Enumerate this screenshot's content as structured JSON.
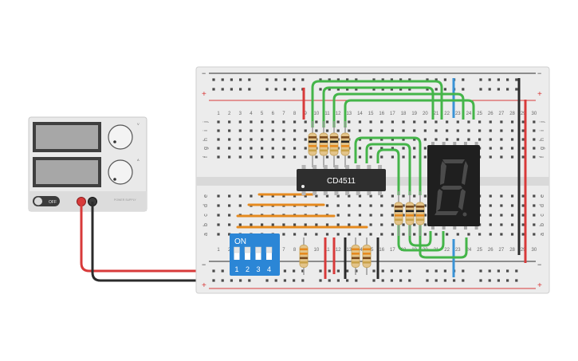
{
  "power_supply": {
    "off_label": "OFF",
    "knob1_label": "V",
    "knob2_label": "A",
    "brand_label": "POWER SUPPLY"
  },
  "breadboard": {
    "columns_top": [
      "1",
      "2",
      "3",
      "4",
      "5",
      "6",
      "7",
      "8",
      "9",
      "10",
      "11",
      "12",
      "13",
      "14",
      "15",
      "16",
      "17",
      "18",
      "19",
      "20",
      "21",
      "22",
      "23",
      "24",
      "25",
      "26",
      "27",
      "28",
      "29",
      "30"
    ],
    "row_letters_top": [
      "j",
      "i",
      "h",
      "g",
      "f"
    ],
    "row_letters_bottom": [
      "e",
      "d",
      "c",
      "b",
      "a"
    ],
    "rail_plus": "+",
    "rail_minus": "−"
  },
  "chip": {
    "label": "CD4511"
  },
  "dip_switch": {
    "on_label": "ON",
    "numbers": [
      "1",
      "2",
      "3",
      "4"
    ]
  },
  "seven_segment": {
    "digit": "8"
  },
  "colors": {
    "rail_red": "#d83a3a",
    "rail_black": "#2b2b2b",
    "wire_green": "#44b549",
    "wire_orange": "#e58a1f",
    "wire_blue": "#3a93d6",
    "dip_blue": "#2b86d6",
    "chip_body": "#2e2e2e",
    "segment_off": "#4b4b4b"
  }
}
